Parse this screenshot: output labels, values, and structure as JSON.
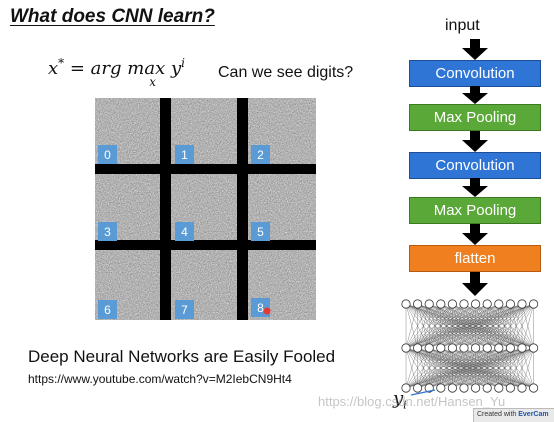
{
  "slide": {
    "title": "What does CNN learn?",
    "formula": {
      "lhs": "x",
      "star": "*",
      "eq": " = arg ",
      "max": "max",
      "under": "x",
      "y": " y",
      "sup": "i"
    },
    "question": "Can we see digits?",
    "grid_labels": [
      "0",
      "1",
      "2",
      "3",
      "4",
      "5",
      "6",
      "7",
      "8"
    ],
    "caption": "Deep Neural Networks are Easily Fooled",
    "url": "https://www.youtube.com/watch?v=M2IebCN9Ht4"
  },
  "pipeline": {
    "input_label": "input",
    "blocks": [
      {
        "label": "Convolution",
        "kind": "conv"
      },
      {
        "label": "Max Pooling",
        "kind": "pool"
      },
      {
        "label": "Convolution",
        "kind": "conv"
      },
      {
        "label": "Max Pooling",
        "kind": "pool"
      },
      {
        "label": "flatten",
        "kind": "flatten"
      }
    ],
    "output_y": "y",
    "output_sub": "i"
  },
  "colors": {
    "conv": "#2e75d6",
    "pool": "#5aa838",
    "flatten": "#f0801f",
    "badge": "#5b9bd5"
  },
  "overlay": {
    "watermark": "https://blog.csdn.net/Hansen_Yu",
    "recorder_prefix": "Created with ",
    "recorder_brand": "EverCam"
  }
}
